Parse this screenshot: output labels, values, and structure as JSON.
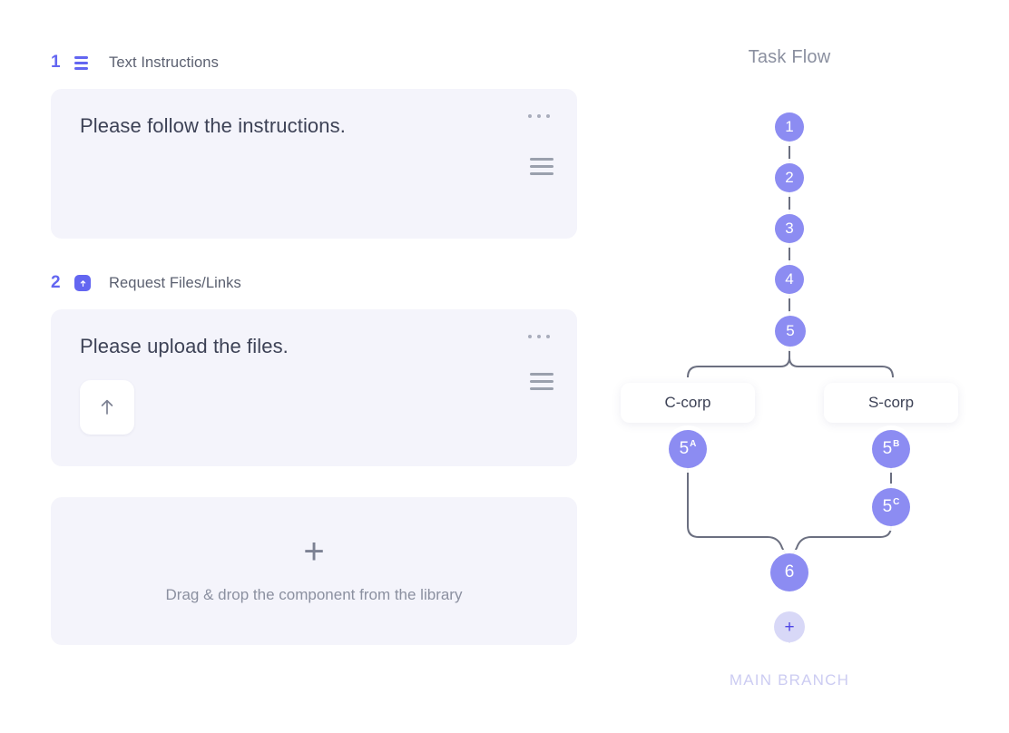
{
  "builder": {
    "steps": [
      {
        "number": "1",
        "icon": "text-lines-icon",
        "label": "Text Instructions",
        "title": "Please follow the instructions.",
        "menu_icon": "more-options-icon",
        "handle_icon": "drag-handle-icon"
      },
      {
        "number": "2",
        "icon": "upload-icon",
        "label": "Request Files/Links",
        "title": "Please upload the files.",
        "menu_icon": "more-options-icon",
        "handle_icon": "drag-handle-icon",
        "upload_button_icon": "upload-arrow-icon"
      }
    ],
    "dropzone": {
      "plus": "+",
      "text": "Drag & drop the component from the library"
    }
  },
  "flow": {
    "title": "Task Flow",
    "main_nodes": [
      {
        "label": "1"
      },
      {
        "label": "2"
      },
      {
        "label": "3"
      },
      {
        "label": "4"
      },
      {
        "label": "5"
      }
    ],
    "branches": [
      {
        "pill_label": "C-corp",
        "node_label": "5",
        "node_sup": "A"
      },
      {
        "pill_label": "S-corp",
        "node_label": "5",
        "node_sup": "B"
      }
    ],
    "extra_node": {
      "label": "5",
      "sup": "C"
    },
    "merge_node": {
      "label": "6"
    },
    "add_button": {
      "label": "+",
      "icon": "plus-icon"
    },
    "footer_label": "MAIN BRANCH"
  },
  "colors": {
    "accent": "#6366f1",
    "node": "#8c8cf2",
    "card_bg": "#f4f4fb",
    "text_dark": "#3d4256",
    "text_muted": "#8b90a0",
    "branch_label": "#ccccf2",
    "connector": "#6b6f80"
  }
}
